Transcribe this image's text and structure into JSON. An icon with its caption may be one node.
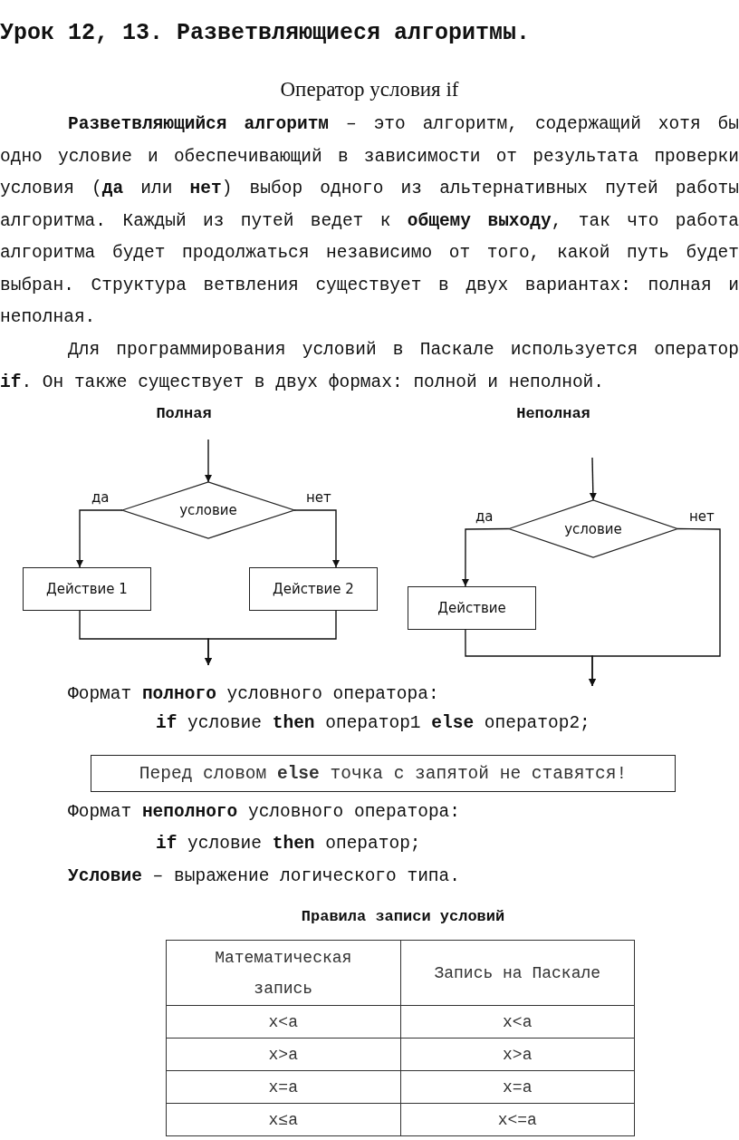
{
  "diagram": {
    "title": "Урок 12, 13. Разветвляющиеся алгоритмы.",
    "nodes": [
      {
        "text": [
          "условие"
        ]
      },
      {
        "text": [
          "Действие 1"
        ]
      },
      {
        "text": [
          "Действие 2"
        ]
      },
      {
        "text": [
          "условие"
        ]
      },
      {
        "text": [
          "Действие"
        ]
      },
      {
        "text": [
          "Перед словом **else** точка с запятой не ставятся!"
        ]
      }
    ],
    "edges": [
      {
        "from": null,
        "to": 0,
        "arrow": "to"
      },
      {
        "from": 0,
        "to": 1,
        "label": "да",
        "arrow": "to"
      },
      {
        "from": 0,
        "to": 2,
        "label": "нет",
        "arrow": "to"
      },
      {
        "from": 1,
        "to": null,
        "arrow": "to"
      },
      {
        "from": 2,
        "to": null,
        "arrow": "to"
      },
      {
        "from": null,
        "to": 3,
        "arrow": "to"
      },
      {
        "from": 3,
        "to": 4,
        "label": "да",
        "arrow": "to"
      },
      {
        "from": 4,
        "to": null,
        "arrow": "to"
      },
      {
        "from": 3,
        "to": null,
        "label": "нет",
        "arrow": "to"
      }
    ],
    "labels": [
      "Оператор условия if",
      "**Разветвляющийся алгоритм** – это алгоритм, содержащий хотя бы одно условие и обеспечивающий в зависимости от результата проверки условия (**да** или **нет**) выбор одного из альтернативных путей работы алгоритма. Каждый из путей ведет к **общему выходу**, так что работа алгоритма будет продолжаться независимо от того, какой путь будет выбран. Структура ветвления существует в двух вариантах: полная и неполная.",
      "Для программирования условий в Паскале используется оператор **if**. Он также существует в двух формах: полной и неполной.",
      "Полная",
      "Неполная",
      "Формат **полного** условного оператора:",
      "**if** условие **then** оператор1 **else** оператор2;",
      "Формат **неполного** условного оператора:",
      "**if** условие **then** оператор;",
      "**Условие** – выражение логического типа.",
      "Правила записи условий",
      "Математическая запись",
      "Запись на Паскале",
      "x<a",
      "x<a",
      "x>a",
      "x>a",
      "x=a",
      "x=a",
      "x≤a",
      "x<=a"
    ]
  }
}
